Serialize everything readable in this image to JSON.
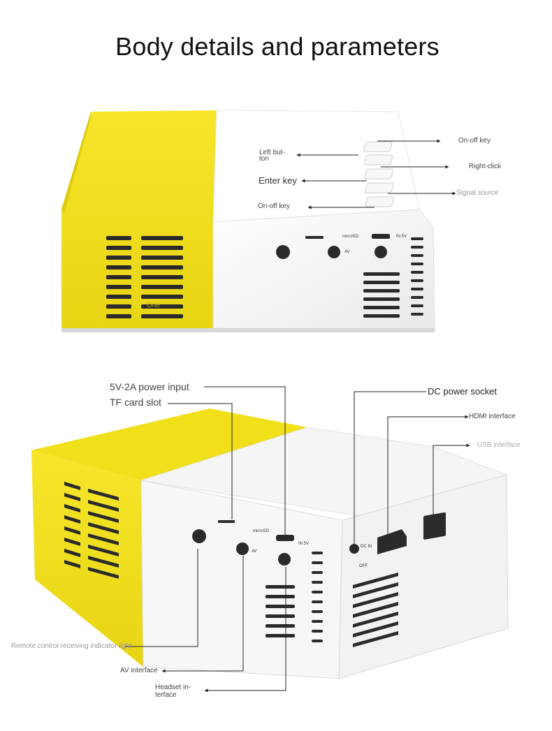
{
  "page": {
    "title": "Body details and parameters"
  },
  "top_view": {
    "labels": {
      "on_off_key_right": "On-off key",
      "right_click": "Right-click",
      "signal_source": "Signal source",
      "left_button": "Left but-ton",
      "enter_key": "Enter key",
      "on_off_key_left": "On-off key"
    },
    "port_labels": {
      "micro_sd": "microSD",
      "in_5v": "IN 5V",
      "av": "AV"
    },
    "watermark": "One"
  },
  "bottom_view": {
    "labels": {
      "power_input": "5V-2A power input",
      "tf_card_slot": "TF card slot",
      "dc_power_socket": "DC power socket",
      "hdmi_interface": "HDMI interface",
      "usb_interface": "USB interface",
      "remote_indicator": "Remote control receiving indicator light",
      "av_interface": "AV interface",
      "headset_interface": "Headset in-terface"
    },
    "port_labels": {
      "micro_sd": "microSD",
      "in_5v": "IN 5V",
      "av": "AV",
      "dc_in": "DC IN",
      "off": "OFF"
    }
  },
  "colors": {
    "yellow": "#f3e21d",
    "white_body": "#f2f2f2",
    "grille": "#2a2a2a",
    "line": "#222222"
  }
}
